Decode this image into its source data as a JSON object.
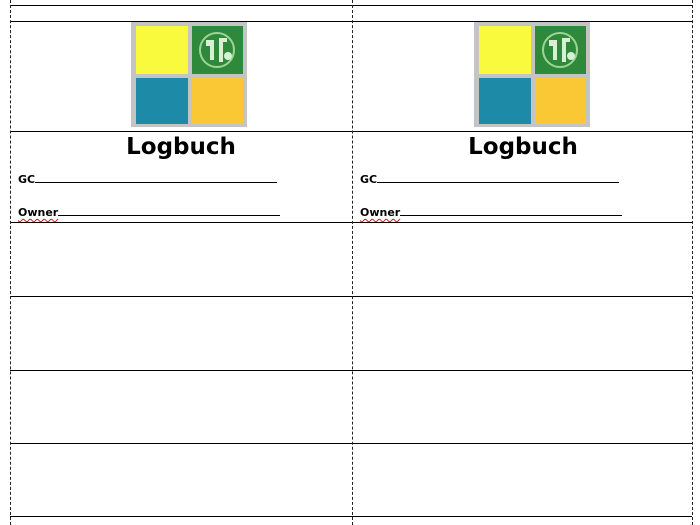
{
  "cards": [
    {
      "title": "Logbuch",
      "gc_label": "GC",
      "owner_label": "Owner"
    },
    {
      "title": "Logbuch",
      "gc_label": "GC",
      "owner_label": "Owner"
    }
  ],
  "logo": {
    "quadrant_colors": [
      "#f9f93d",
      "#2e8a3a",
      "#1d8aa8",
      "#fbc835"
    ],
    "icon": "geocache-emblem-icon"
  },
  "log_rows": 4
}
